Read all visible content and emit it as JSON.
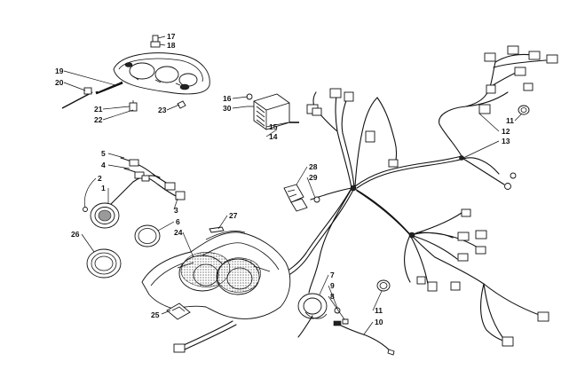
{
  "callouts": [
    {
      "id": "c17",
      "label": "17"
    },
    {
      "id": "c18",
      "label": "18"
    },
    {
      "id": "c19",
      "label": "19"
    },
    {
      "id": "c20",
      "label": "20"
    },
    {
      "id": "c21",
      "label": "21"
    },
    {
      "id": "c22",
      "label": "22"
    },
    {
      "id": "c23",
      "label": "23"
    },
    {
      "id": "c16",
      "label": "16"
    },
    {
      "id": "c30",
      "label": "30"
    },
    {
      "id": "c15",
      "label": "15"
    },
    {
      "id": "c14",
      "label": "14"
    },
    {
      "id": "c11a",
      "label": "11"
    },
    {
      "id": "c12",
      "label": "12"
    },
    {
      "id": "c13",
      "label": "13"
    },
    {
      "id": "c5",
      "label": "5"
    },
    {
      "id": "c4",
      "label": "4"
    },
    {
      "id": "c2",
      "label": "2"
    },
    {
      "id": "c1",
      "label": "1"
    },
    {
      "id": "c3",
      "label": "3"
    },
    {
      "id": "c28",
      "label": "28"
    },
    {
      "id": "c29",
      "label": "29"
    },
    {
      "id": "c27",
      "label": "27"
    },
    {
      "id": "c6",
      "label": "6"
    },
    {
      "id": "c24",
      "label": "24"
    },
    {
      "id": "c26",
      "label": "26"
    },
    {
      "id": "c25",
      "label": "25"
    },
    {
      "id": "c7",
      "label": "7"
    },
    {
      "id": "c9",
      "label": "9"
    },
    {
      "id": "c8",
      "label": "8"
    },
    {
      "id": "c11b",
      "label": "11"
    },
    {
      "id": "c10",
      "label": "10"
    }
  ]
}
